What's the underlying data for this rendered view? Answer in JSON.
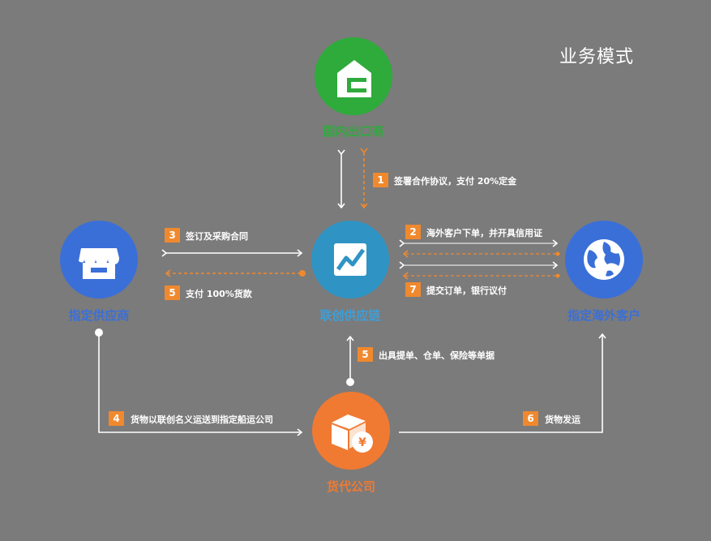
{
  "title": "业务模式",
  "nodes": {
    "exporter": {
      "label": "国内出口商"
    },
    "supplier": {
      "label": "指定供应商"
    },
    "platform": {
      "label": "联创供应链"
    },
    "customer": {
      "label": "指定海外客户"
    },
    "forwarder": {
      "label": "货代公司"
    }
  },
  "steps": [
    {
      "num": "1",
      "text": "签署合作协议，支付 20%定金"
    },
    {
      "num": "2",
      "text": "海外客户下单，并开具信用证"
    },
    {
      "num": "3",
      "text": "签订及采购合同"
    },
    {
      "num": "5",
      "text": "支付 100%货款"
    },
    {
      "num": "7",
      "text": "提交订单，银行议付"
    },
    {
      "num": "5",
      "text": "出具提单、仓单、保险等单据"
    },
    {
      "num": "4",
      "text": "货物以联创名义运送到指定船运公司"
    },
    {
      "num": "6",
      "text": "货物发运"
    }
  ],
  "colors": {
    "background": "#7b7b7b",
    "exporter": "#2eab3b",
    "supplier": "#3a6fd8",
    "platform": "#2f94c4",
    "customer": "#3a6fd8",
    "forwarder": "#f07a32",
    "badge": "#f0892e",
    "dashed": "#f0892e"
  },
  "icons": {
    "exporter": "house-icon",
    "supplier": "storefront-icon",
    "platform": "trend-chart-icon",
    "customer": "globe-icon",
    "forwarder": "package-yen-icon"
  }
}
